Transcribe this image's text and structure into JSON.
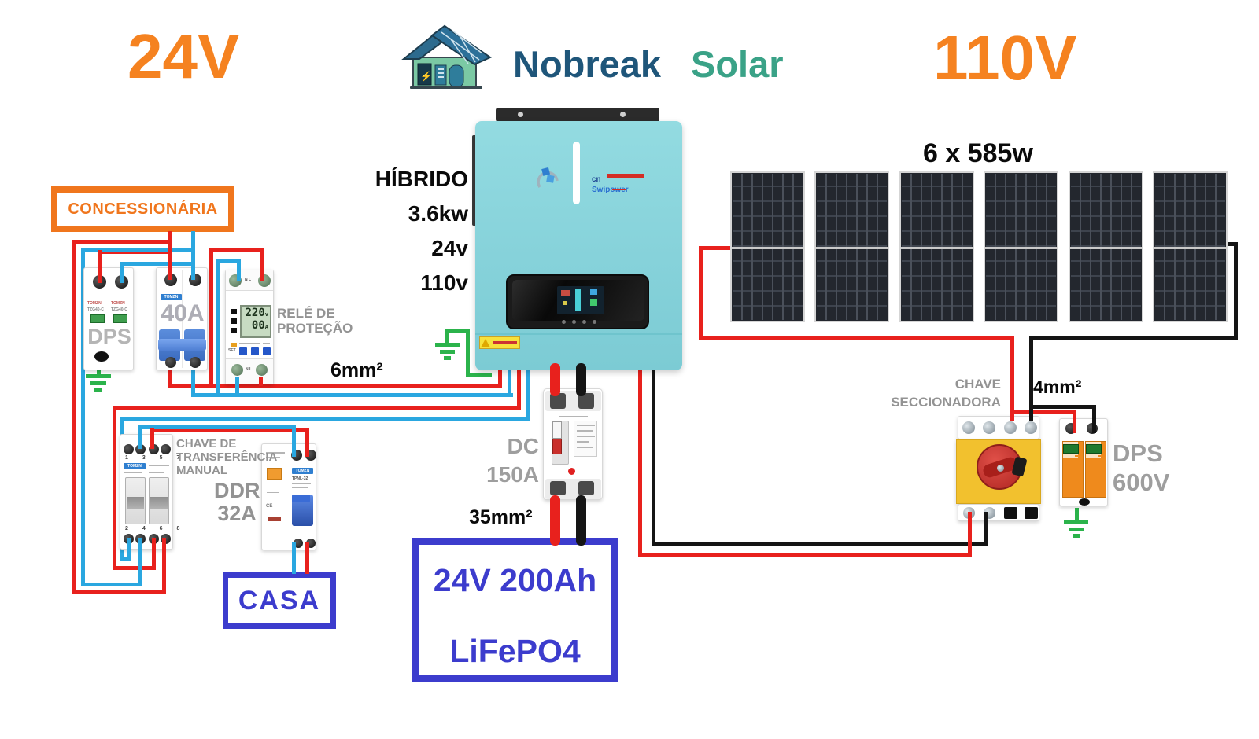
{
  "header": {
    "left_voltage": "24V",
    "right_voltage": "110V",
    "brand": {
      "word1": "Nobreak",
      "word2": "Solar"
    }
  },
  "inverter": {
    "specs": [
      "HÍBRIDO",
      "3.6kw",
      "24v",
      "110v"
    ],
    "brand_line1": "cn",
    "brand_line2": "Swipower"
  },
  "grid": {
    "box_label": "CONCESSIONÁRIA"
  },
  "devices": {
    "dps_main": {
      "big_label": "DPS",
      "brand": "TOMZN",
      "model": "TZG40-C"
    },
    "breaker_40a": {
      "rating": "40A",
      "brand": "TOMZN"
    },
    "relay": {
      "label_line1": "RELÉ DE",
      "label_line2": "PROTEÇÃO",
      "lcd_voltage": "220",
      "lcd_voltage_unit": "v",
      "lcd_current": "00",
      "lcd_current_unit": "A",
      "terminal_label": "N L",
      "set_label": "SET"
    },
    "transfer_switch": {
      "label_line1": "CHAVE DE",
      "label_line2": "TRANSFERÊNCIA",
      "label_line3": "MANUAL",
      "top_terminal_numbers": "1 3 5 7",
      "bottom_terminal_numbers": "2 4 6 8",
      "brand": "TOMZN"
    },
    "ddr": {
      "label_line1": "DDR",
      "label_line2": "32A",
      "brand": "TOMZN",
      "model": "TPNL-32"
    },
    "dc_breaker": {
      "label_line1": "DC",
      "label_line2": "150A"
    },
    "disconnect": {
      "label_line1": "CHAVE",
      "label_line2": "SECCIONADORA"
    },
    "dps_pv": {
      "label_line1": "DPS",
      "label_line2": "600V"
    }
  },
  "boxes": {
    "house": "CASA",
    "battery_line1": "24V 200Ah",
    "battery_line2": "LiFePO4"
  },
  "pv": {
    "array_label": "6 x 585w",
    "panel_count": 6
  },
  "wires": {
    "grid_gauge": "6mm²",
    "battery_gauge": "35mm²",
    "pv_gauge": "4mm²"
  },
  "colors": {
    "accent_orange": "#f58220",
    "wire_red": "#e8211d",
    "wire_blue": "#2aa7e0",
    "wire_black": "#151515",
    "ground_green": "#2bb34b",
    "box_blue": "#3c3ccd",
    "label_gray": "#939393",
    "device_gray": "#b5b5b5",
    "inverter_teal": "#8ed8de",
    "brand_navy": "#1f567a",
    "brand_green": "#3aa287",
    "panel_dark": "#23272e",
    "disconnect_yellow": "#f2c12e",
    "knob_red": "#c23129",
    "dps600_orange": "#ef8a1c"
  }
}
